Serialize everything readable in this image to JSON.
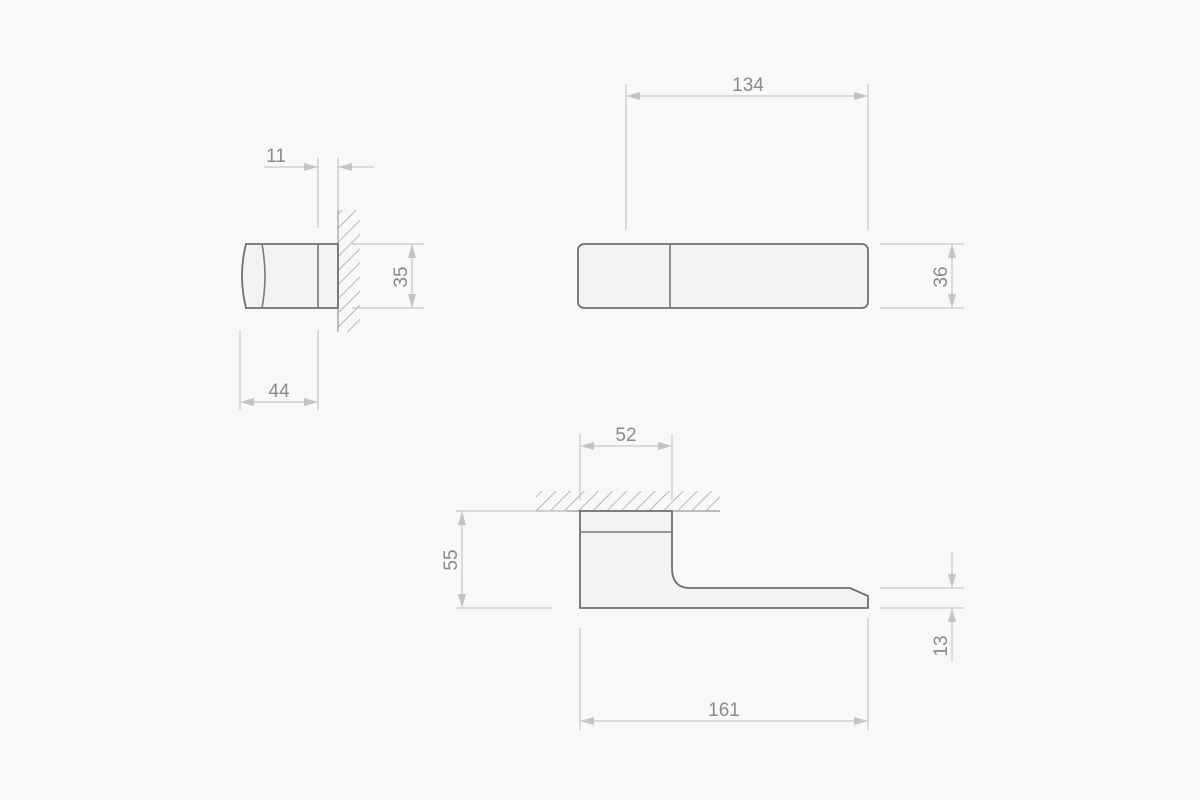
{
  "dimensions": {
    "side_gap": "11",
    "side_height": "35",
    "side_depth": "44",
    "top_length": "134",
    "top_height": "36",
    "front_rose": "52",
    "front_height": "55",
    "front_tip": "13",
    "front_length": "161"
  },
  "colors": {
    "background": "#f8f8f8",
    "outline": "#6f6f6f",
    "dimension_line": "#bdbdbd",
    "dimension_text": "#8a8a8a"
  }
}
